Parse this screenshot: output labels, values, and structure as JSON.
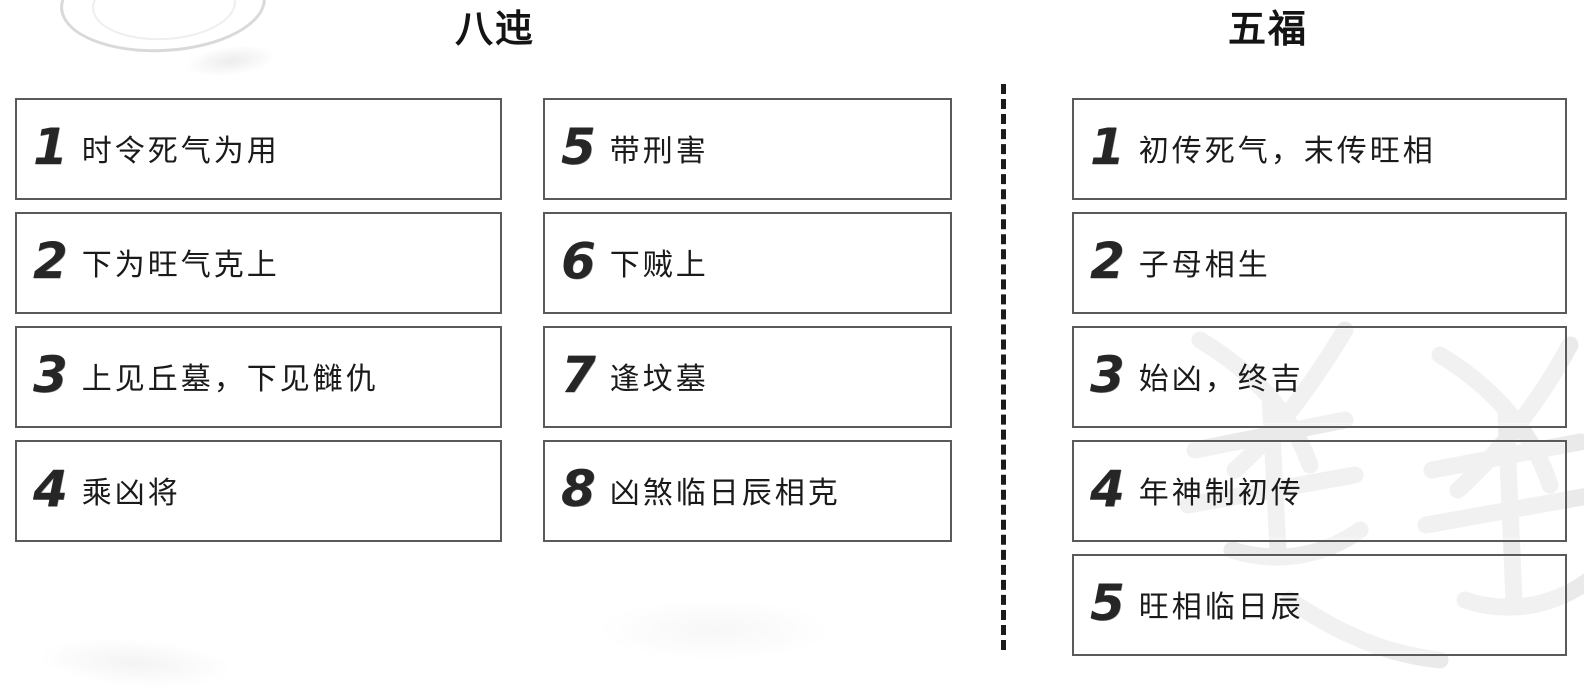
{
  "page": {
    "language": "zh-Hans",
    "ink_color": "#1a1a1a",
    "box_border_color": "#5a5a5a",
    "divider_color": "#1b1b1b",
    "background_color": "#ffffff"
  },
  "sections": [
    {
      "id": "ba-zhun",
      "title": "八迍",
      "columns": [
        {
          "id": "col-a",
          "items": [
            {
              "num": "1",
              "text": "时令死气为用"
            },
            {
              "num": "2",
              "text": "下为旺气克上"
            },
            {
              "num": "3",
              "text": "上见丘墓，下见雠仇"
            },
            {
              "num": "4",
              "text": "乘凶将"
            }
          ]
        },
        {
          "id": "col-b",
          "items": [
            {
              "num": "5",
              "text": "带刑害"
            },
            {
              "num": "6",
              "text": "下贼上"
            },
            {
              "num": "7",
              "text": "逢坟墓"
            },
            {
              "num": "8",
              "text": "凶煞临日辰相克"
            }
          ]
        }
      ]
    },
    {
      "id": "wu-fu",
      "title": "五福",
      "columns": [
        {
          "id": "col-c",
          "items": [
            {
              "num": "1",
              "text": "初传死气，末传旺相"
            },
            {
              "num": "2",
              "text": "子母相生"
            },
            {
              "num": "3",
              "text": "始凶，终吉"
            },
            {
              "num": "4",
              "text": "年神制初传"
            },
            {
              "num": "5",
              "text": "旺相临日辰"
            }
          ]
        }
      ]
    }
  ]
}
